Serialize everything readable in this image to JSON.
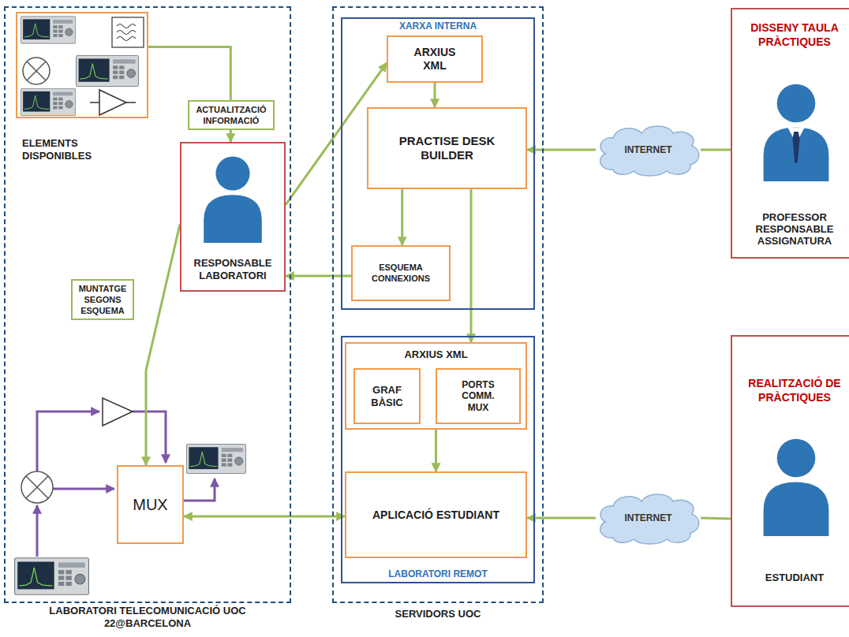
{
  "diagram": {
    "nodes": [
      {
        "text": [
          "LABORATORI TELECOMUNICACIÓ UOC 22@BARCELONA"
        ]
      },
      {
        "text": [
          "ELEMENTS DISPONIBLES"
        ],
        "in": 0
      },
      {
        "text": [
          "RESPONSABLE LABORATORI"
        ],
        "in": 0
      },
      {
        "text": [
          "MUX"
        ],
        "in": 0
      },
      {
        "text": [
          "SERVIDORS UOC"
        ]
      },
      {
        "text": [
          "XARXA INTERNA"
        ],
        "in": 4
      },
      {
        "text": [
          "ARXIUS XML"
        ],
        "in": 5
      },
      {
        "text": [
          "PRACTISE DESK BUILDER"
        ],
        "in": 5
      },
      {
        "text": [
          "ESQUEMA CONNEXIONS"
        ],
        "in": 5
      },
      {
        "text": [
          "LABORATORI REMOT"
        ],
        "in": 4
      },
      {
        "text": [
          "ARXIUS XML"
        ],
        "in": 9
      },
      {
        "text": [
          "GRAF BÀSIC"
        ],
        "in": 10
      },
      {
        "text": [
          "PORTS COMM. MUX"
        ],
        "in": 10
      },
      {
        "text": [
          "APLICACIÓ ESTUDIANT"
        ],
        "in": 9
      },
      {
        "text": [
          "DISSENY TAULA PRÀCTIQUES",
          "PROFESSOR RESPONSABLE ASSIGNATURA"
        ]
      },
      {
        "text": [
          "INTERNET"
        ]
      },
      {
        "text": [
          "REALITZACIÓ DE PRÀCTIQUES",
          "ESTUDIANT"
        ]
      },
      {
        "text": [
          "INTERNET"
        ]
      }
    ],
    "edges": [
      {
        "from": 1,
        "to": 2,
        "arrow": "to",
        "label": "ACTUALITZACIÓ INFORMACIÓ"
      },
      {
        "from": 2,
        "to": 6,
        "arrow": "to"
      },
      {
        "from": 6,
        "to": 7,
        "arrow": "to"
      },
      {
        "from": 7,
        "to": 8,
        "arrow": "to"
      },
      {
        "from": 8,
        "to": 2,
        "arrow": "to"
      },
      {
        "from": 2,
        "to": 3,
        "arrow": "to",
        "label": "MUNTATGE SEGONS ESQUEMA"
      },
      {
        "from": 7,
        "to": 10,
        "arrow": "to"
      },
      {
        "from": 10,
        "to": 13,
        "arrow": "to"
      },
      {
        "from": 3,
        "to": 13,
        "arrow": "both"
      },
      {
        "from": 14,
        "to": 15,
        "arrow": "none"
      },
      {
        "from": 15,
        "to": 7,
        "arrow": "to"
      },
      {
        "from": 16,
        "to": 17,
        "arrow": "none"
      },
      {
        "from": 17,
        "to": 13,
        "arrow": "to"
      }
    ]
  }
}
